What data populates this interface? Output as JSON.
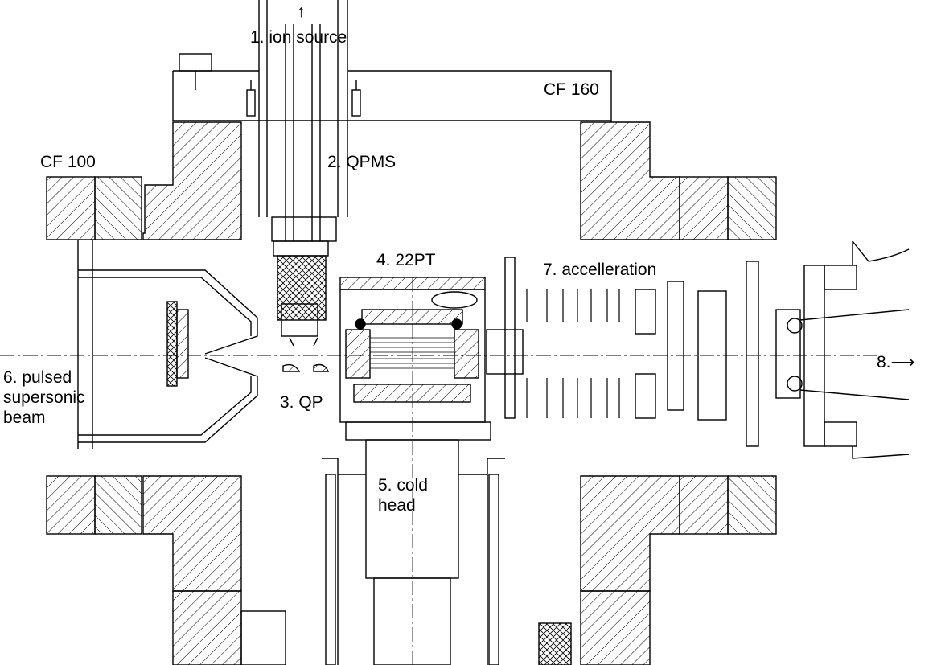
{
  "labels": {
    "ion_source": "1. ion source",
    "qpms": "2. QPMS",
    "qp": "3. QP",
    "trap": "4. 22PT",
    "cold_head": [
      "5. cold",
      "head"
    ],
    "beam": [
      "6. pulsed",
      "supersonic",
      "beam"
    ],
    "acceleration": "7. accelleration",
    "exit": "8.",
    "cf160": "CF 160",
    "cf100": "CF 100"
  },
  "arrows": {
    "up": "↑",
    "right": "⟶"
  },
  "colors": {
    "ink": "#000000",
    "background": "#ffffff"
  }
}
